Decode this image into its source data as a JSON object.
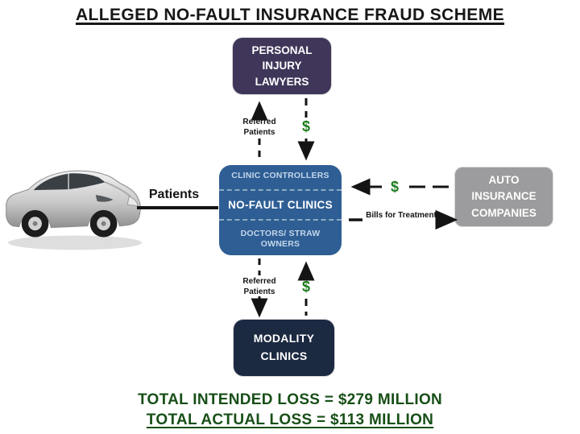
{
  "title": "ALLEGED NO-FAULT INSURANCE FRAUD SCHEME",
  "colors": {
    "lawyers_box": "#3f3659",
    "clinics_box": "#2e5e94",
    "insurance_box": "#9c9c9e",
    "modality_box": "#1b2941",
    "money_green": "#1e7d1e",
    "totals_green": "#174f17",
    "arrow_black": "#141414"
  },
  "nodes": {
    "lawyers": {
      "label": "PERSONAL INJURY LAWYERS"
    },
    "clinics": {
      "top": "CLINIC CONTROLLERS",
      "middle": "NO-FAULT CLINICS",
      "bottom": "DOCTORS/ STRAW OWNERS"
    },
    "insurance": {
      "label": "AUTO INSURANCE COMPANIES"
    },
    "modality": {
      "label": "MODALITY CLINICS"
    }
  },
  "edges": {
    "patients": "Patients",
    "referred_patients_top": "Referred Patients",
    "referred_patients_bottom": "Referred Patients",
    "money_top": "$",
    "money_right": "$",
    "money_bottom": "$",
    "bills_for_treatment": "Bills for Treatment"
  },
  "totals": {
    "intended": "TOTAL INTENDED LOSS = $279 MILLION",
    "actual": "TOTAL ACTUAL LOSS = $113 MILLION"
  },
  "icons": {
    "car": "silver-car"
  }
}
